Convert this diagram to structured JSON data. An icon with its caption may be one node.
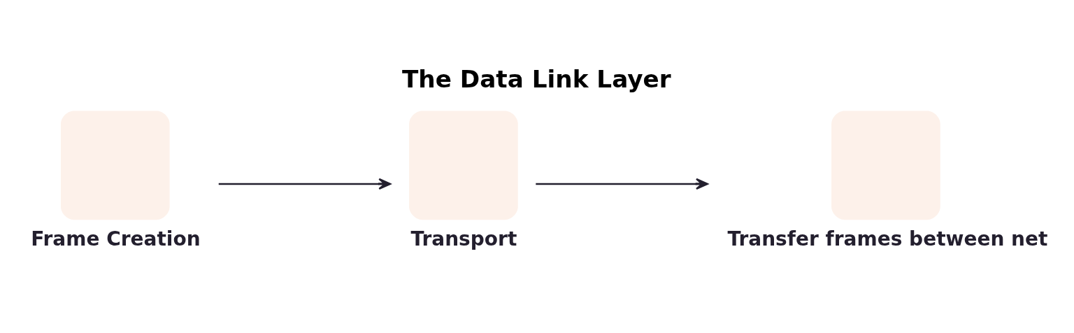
{
  "diagram": {
    "title": "The Data Link Layer",
    "nodes": [
      {
        "text": [
          "Frame Creation"
        ]
      },
      {
        "text": [
          "Transport"
        ]
      },
      {
        "text": [
          "Transfer frames between net"
        ]
      }
    ],
    "edges": [
      {
        "from": 0,
        "to": 1,
        "arrow": "to"
      },
      {
        "from": 1,
        "to": 2,
        "arrow": "to"
      }
    ]
  }
}
